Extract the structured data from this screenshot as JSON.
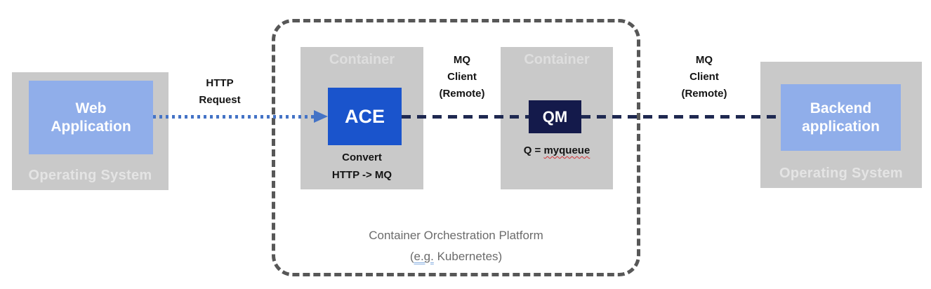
{
  "left_system": {
    "os_label": "Operating System",
    "app_line1": "Web",
    "app_line2": "Application"
  },
  "http_request": {
    "line1": "HTTP",
    "line2": "Request"
  },
  "platform": {
    "containers": [
      {
        "label": "Container",
        "node": "ACE",
        "caption_line1": "Convert",
        "caption_line2": "HTTP -> MQ"
      },
      {
        "label": "Container",
        "node": "QM",
        "caption_prefix": "Q = ",
        "caption_queue": "myqueue"
      }
    ],
    "footer_line1": "Container Orchestration Platform",
    "footer_open": "(",
    "footer_eg": "e.g.",
    "footer_rest": " Kubernetes)"
  },
  "mq_client_labels": [
    {
      "line1": "MQ",
      "line2": "Client",
      "line3": "(Remote)"
    },
    {
      "line1": "MQ",
      "line2": "Client",
      "line3": "(Remote)"
    }
  ],
  "right_system": {
    "os_label": "Operating System",
    "app_line1": "Backend",
    "app_line2": "application"
  },
  "colors": {
    "host_gray": "#c9c9c9",
    "app_light_blue": "#90aeea",
    "ace_blue": "#1a54cc",
    "qm_navy": "#141a4b",
    "mq_dash_navy": "#1f2951",
    "http_dot_blue": "#4473c6",
    "boundary_gray": "#575757",
    "footer_text_gray": "#6b6b6b",
    "spellcheck_red": "#d13438",
    "grammar_blue": "#8eb4e3"
  }
}
